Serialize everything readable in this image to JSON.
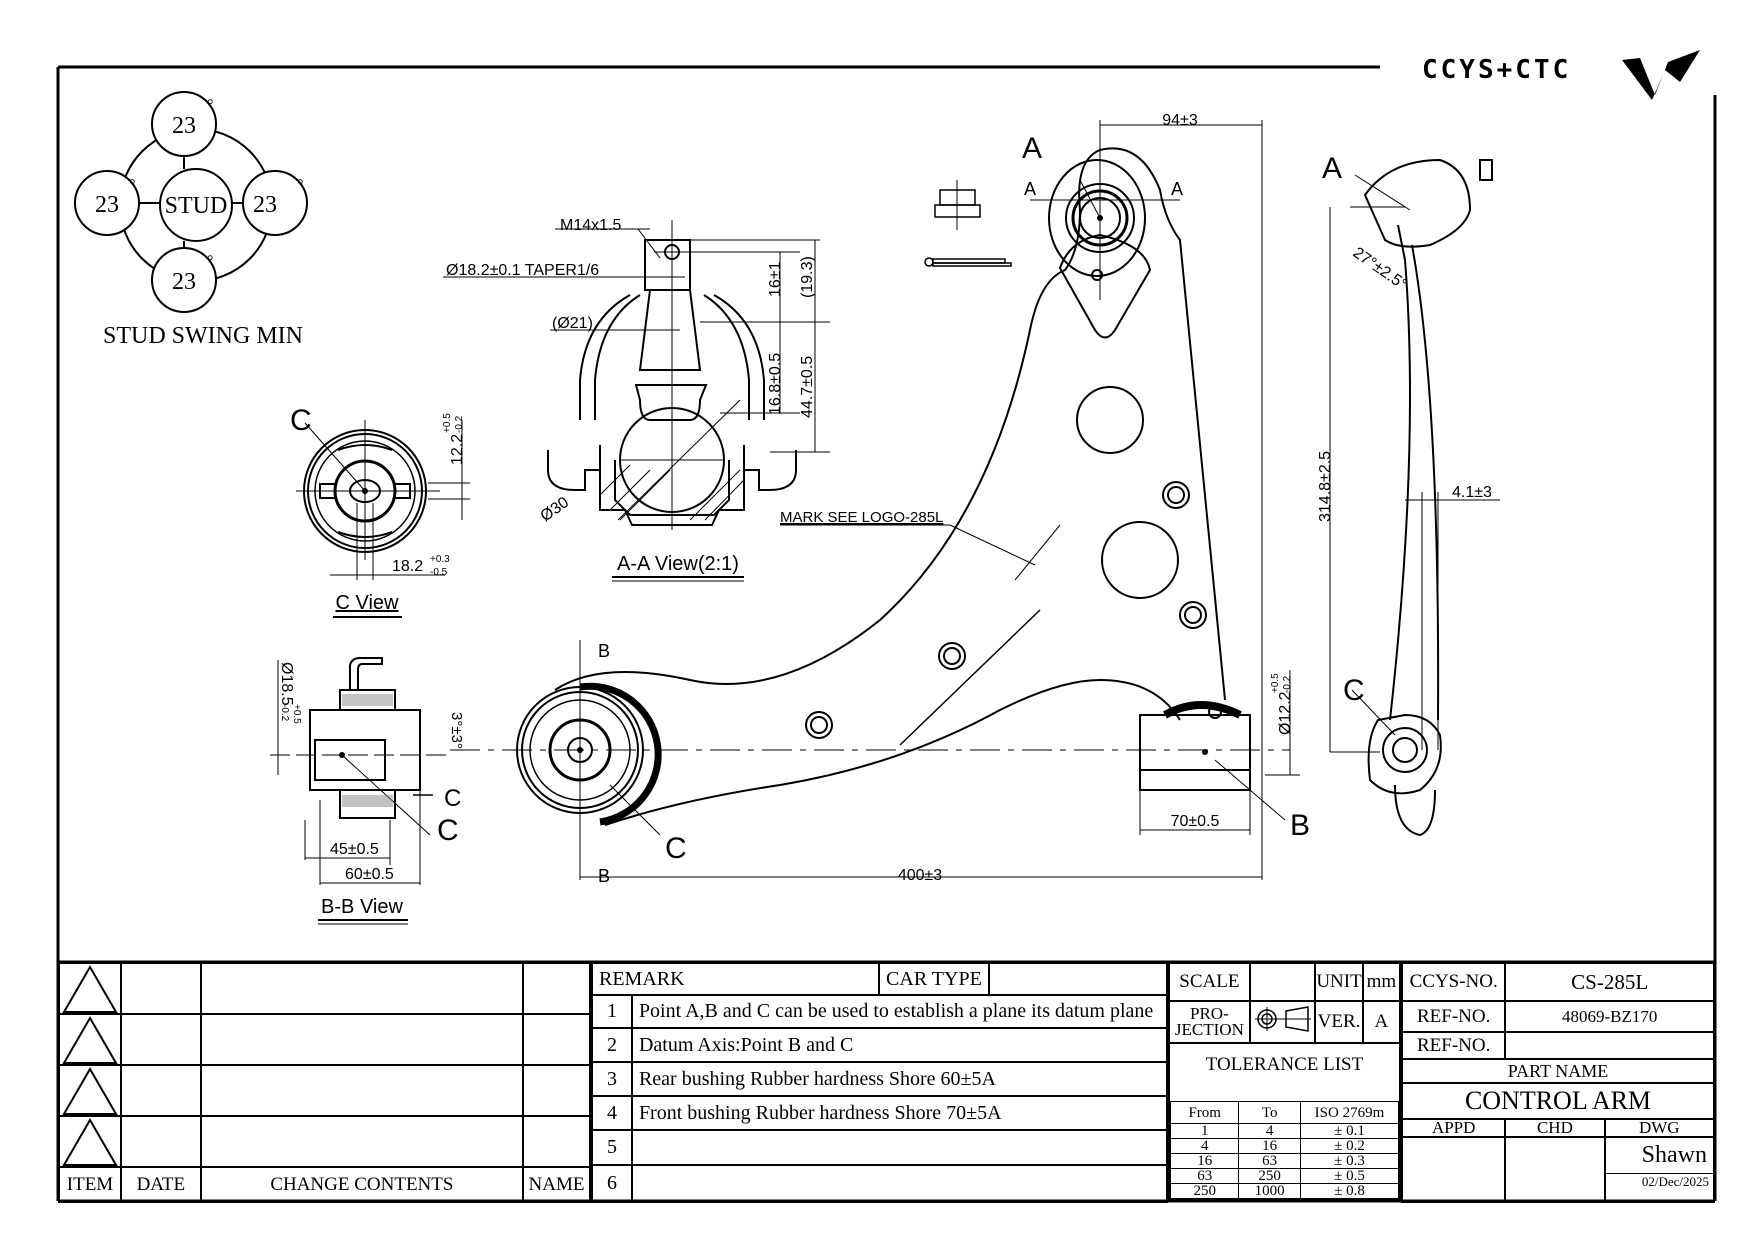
{
  "brand": {
    "logo_text": "CCYS+CTC"
  },
  "stud_swing": {
    "center_label": "STUD",
    "angles": [
      "23",
      "23",
      "23",
      "23"
    ],
    "degree_mark": "°",
    "caption": "STUD SWING MIN"
  },
  "views": {
    "c_view": {
      "title": "C View",
      "point_label": "C",
      "dim_height": "12.2",
      "dim_height_tol_plus": "+0.5",
      "dim_height_tol_minus": "-0.2",
      "dim_width": "18.2",
      "dim_width_tol_plus": "+0.3",
      "dim_width_tol_minus": "-0.5"
    },
    "aa_view": {
      "title": "A-A View(2:1)",
      "thread": "M14x1.5",
      "taper": "Ø18.2±0.1  TAPER1/6",
      "dia21": "(Ø21)",
      "dim_16": "16±1",
      "dim_193": "(19.3)",
      "dim_168": "16.8±0.5",
      "dim_447": "44.7±0.5",
      "ball_dia": "Ø30"
    },
    "bb_view": {
      "title": "B-B View",
      "dia": "Ø18.5",
      "dia_tol_plus": "+0.5",
      "dia_tol_minus": "-0.2",
      "angle": "3°±3°",
      "dim_45": "45±0.5",
      "dim_60": "60±0.5",
      "point_label": "C",
      "arrow_label": "C"
    },
    "main_view": {
      "mark_note": "MARK SEE LOGO-285L",
      "dim_94": "94±3",
      "dim_400": "400±3",
      "dim_70": "70±0.5",
      "rear_dia": "Ø12.2",
      "rear_dia_tol_plus": "+0.5",
      "rear_dia_tol_minus": "-0.2",
      "section_a": "A",
      "point_a": "A",
      "point_b": "B",
      "point_c": "C",
      "section_b": "B"
    },
    "side_view": {
      "point_a": "A",
      "point_c": "C",
      "angle": "27°±2.5°",
      "dim_height": "314.8±2.5",
      "dim_offset": "4.1±3"
    }
  },
  "revisions": {
    "headers": {
      "item": "ITEM",
      "date": "DATE",
      "contents": "CHANGE CONTENTS",
      "name": "NAME"
    },
    "rows": [
      {},
      {},
      {},
      {}
    ]
  },
  "remarks": {
    "header": "REMARK",
    "car_type_label": "CAR TYPE",
    "car_type_value": "",
    "items": [
      {
        "num": "1",
        "text": "Point A,B and C can be used to establish a plane its datum plane"
      },
      {
        "num": "2",
        "text": "Datum Axis:Point B and C"
      },
      {
        "num": "3",
        "text": "Rear bushing Rubber hardness Shore 60±5A"
      },
      {
        "num": "4",
        "text": "Front bushing Rubber hardness Shore 70±5A"
      },
      {
        "num": "5",
        "text": ""
      },
      {
        "num": "6",
        "text": ""
      }
    ]
  },
  "info": {
    "scale_label": "SCALE",
    "scale_value": "",
    "unit_label": "UNIT",
    "unit_value": "mm",
    "projection_label": "PRO-\nJECTION",
    "projection_line1": "PRO-",
    "projection_line2": "JECTION",
    "ver_label": "VER.",
    "ver_value": "A",
    "tolerance_title": "TOLERANCE LIST",
    "tolerance_headers": [
      "From",
      "To",
      "ISO 2769m"
    ],
    "tolerance_rows": [
      [
        "1",
        "4",
        "± 0.1"
      ],
      [
        "4",
        "16",
        "± 0.2"
      ],
      [
        "16",
        "63",
        "± 0.3"
      ],
      [
        "63",
        "250",
        "± 0.5"
      ],
      [
        "250",
        "1000",
        "± 0.8"
      ]
    ],
    "ccys_no_label": "CCYS-NO.",
    "ccys_no_value": "CS-285L",
    "ref_no_label": "REF-NO.",
    "ref_no_value": "48069-BZ170",
    "ref_no2_label": "REF-NO.",
    "ref_no2_value": "",
    "part_name_label": "PART NAME",
    "part_name_value": "CONTROL ARM",
    "appd_label": "APPD",
    "chd_label": "CHD",
    "dwg_label": "DWG",
    "dwg_value": "Shawn",
    "date_value": "02/Dec/2025"
  }
}
